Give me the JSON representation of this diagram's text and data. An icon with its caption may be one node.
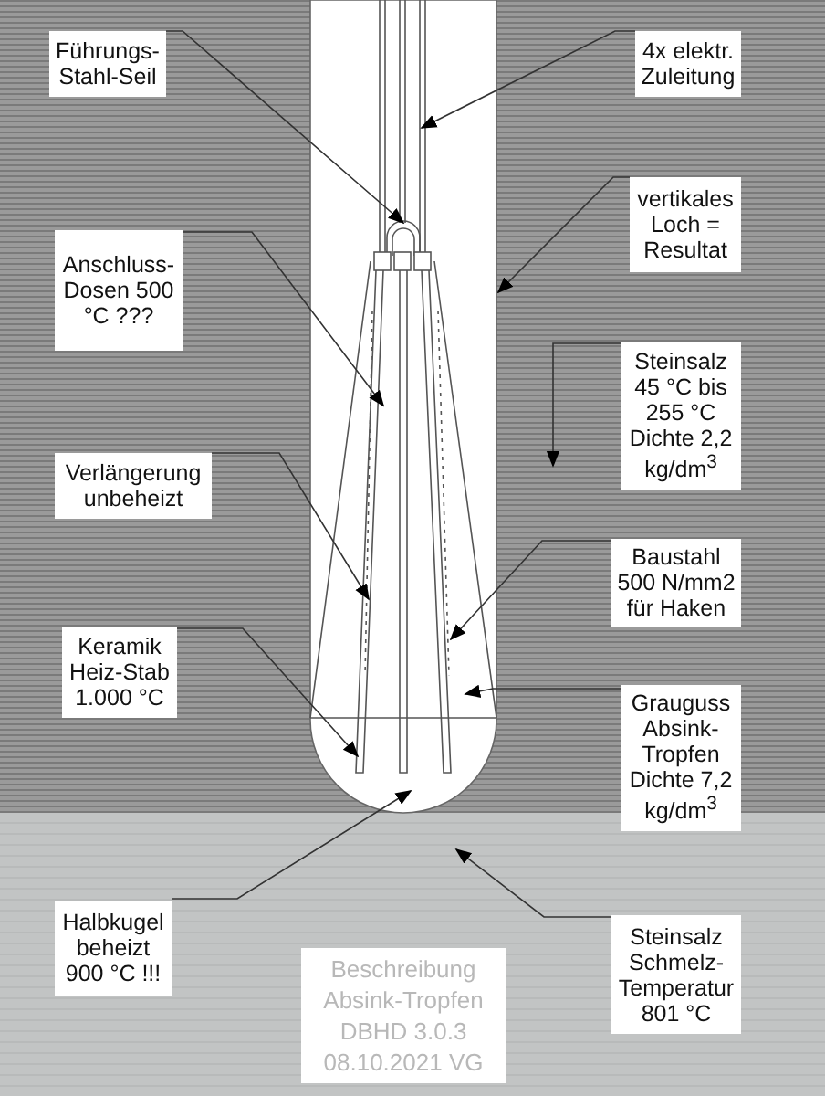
{
  "diagram": {
    "nodes": [
      {
        "text": [
          "Führungs-Stahl-Seil"
        ]
      },
      {
        "text": [
          "4x elektr. Zuleitung"
        ]
      },
      {
        "text": [
          "vertikales Loch = Resultat"
        ]
      },
      {
        "text": [
          "Anschluss-Dosen 500 °C ???"
        ]
      },
      {
        "text": [
          "Steinsalz 45 °C bis 255 °C Dichte 2,2 kg/dm$^{3}$"
        ]
      },
      {
        "text": [
          "Verlängerung unbeheizt"
        ]
      },
      {
        "text": [
          "Baustahl 500 N/mm2 für Haken"
        ]
      },
      {
        "text": [
          "Keramik Heiz-Stab 1.000 °C"
        ]
      },
      {
        "text": [
          "Grauguss Absink-Tropfen Dichte 7,2 kg/dm$^{3}$"
        ]
      },
      {
        "text": [
          "Halbkugel beheizt 900 °C !!!"
        ]
      },
      {
        "text": [
          "Steinsalz Schmelz-Temperatur 801 °C"
        ]
      },
      {
        "text": [
          "Beschreibung Absink-Tropfen DBHD 3.0.3 08.10.2021 VG"
        ]
      }
    ],
    "edges": [
      {
        "from": 0,
        "to": null,
        "arrow": "to"
      },
      {
        "from": 1,
        "to": null,
        "arrow": "to"
      },
      {
        "from": 2,
        "to": null,
        "arrow": "to"
      },
      {
        "from": 3,
        "to": null,
        "arrow": "to"
      },
      {
        "from": 4,
        "to": null,
        "arrow": "to"
      },
      {
        "from": 5,
        "to": null,
        "arrow": "to"
      },
      {
        "from": 6,
        "to": null,
        "arrow": "to"
      },
      {
        "from": 7,
        "to": null,
        "arrow": "to"
      },
      {
        "from": 8,
        "to": null,
        "arrow": "to"
      },
      {
        "from": 9,
        "to": null,
        "arrow": "to"
      },
      {
        "from": 10,
        "to": null,
        "arrow": "to"
      }
    ]
  }
}
